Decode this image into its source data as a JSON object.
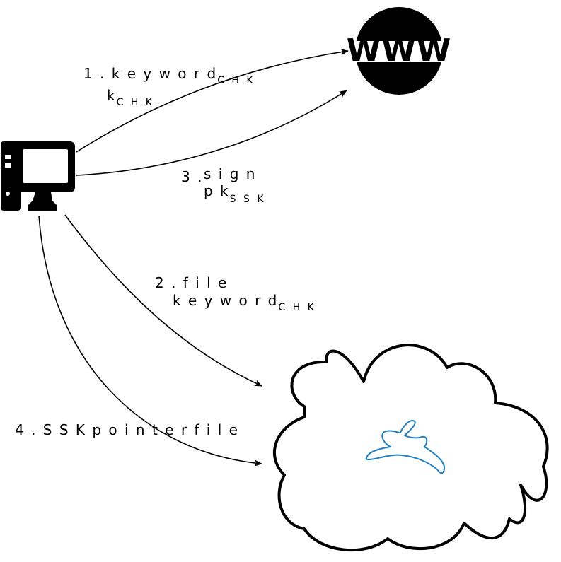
{
  "nodes": {
    "web": {
      "text": "WWW"
    }
  },
  "edges": {
    "e1": {
      "line1_prefix": "1 . ",
      "line1_main": "k e y w o r d",
      "line1_sub": "C H K",
      "line2_main": "k",
      "line2_sub": "C H K"
    },
    "e2": {
      "line1": "2 . f i l e",
      "line2_main": "k e y w o r d",
      "line2_sub": "C H K"
    },
    "e3": {
      "prefix": "3 . ",
      "line1": "s i g n",
      "line2_main": "p k",
      "line2_sub": "S S K"
    },
    "e4": {
      "text": "4 . S S K p o i n t e r f i l e"
    }
  },
  "colors": {
    "stroke": "#000000",
    "accent": "#1f7fc0"
  }
}
